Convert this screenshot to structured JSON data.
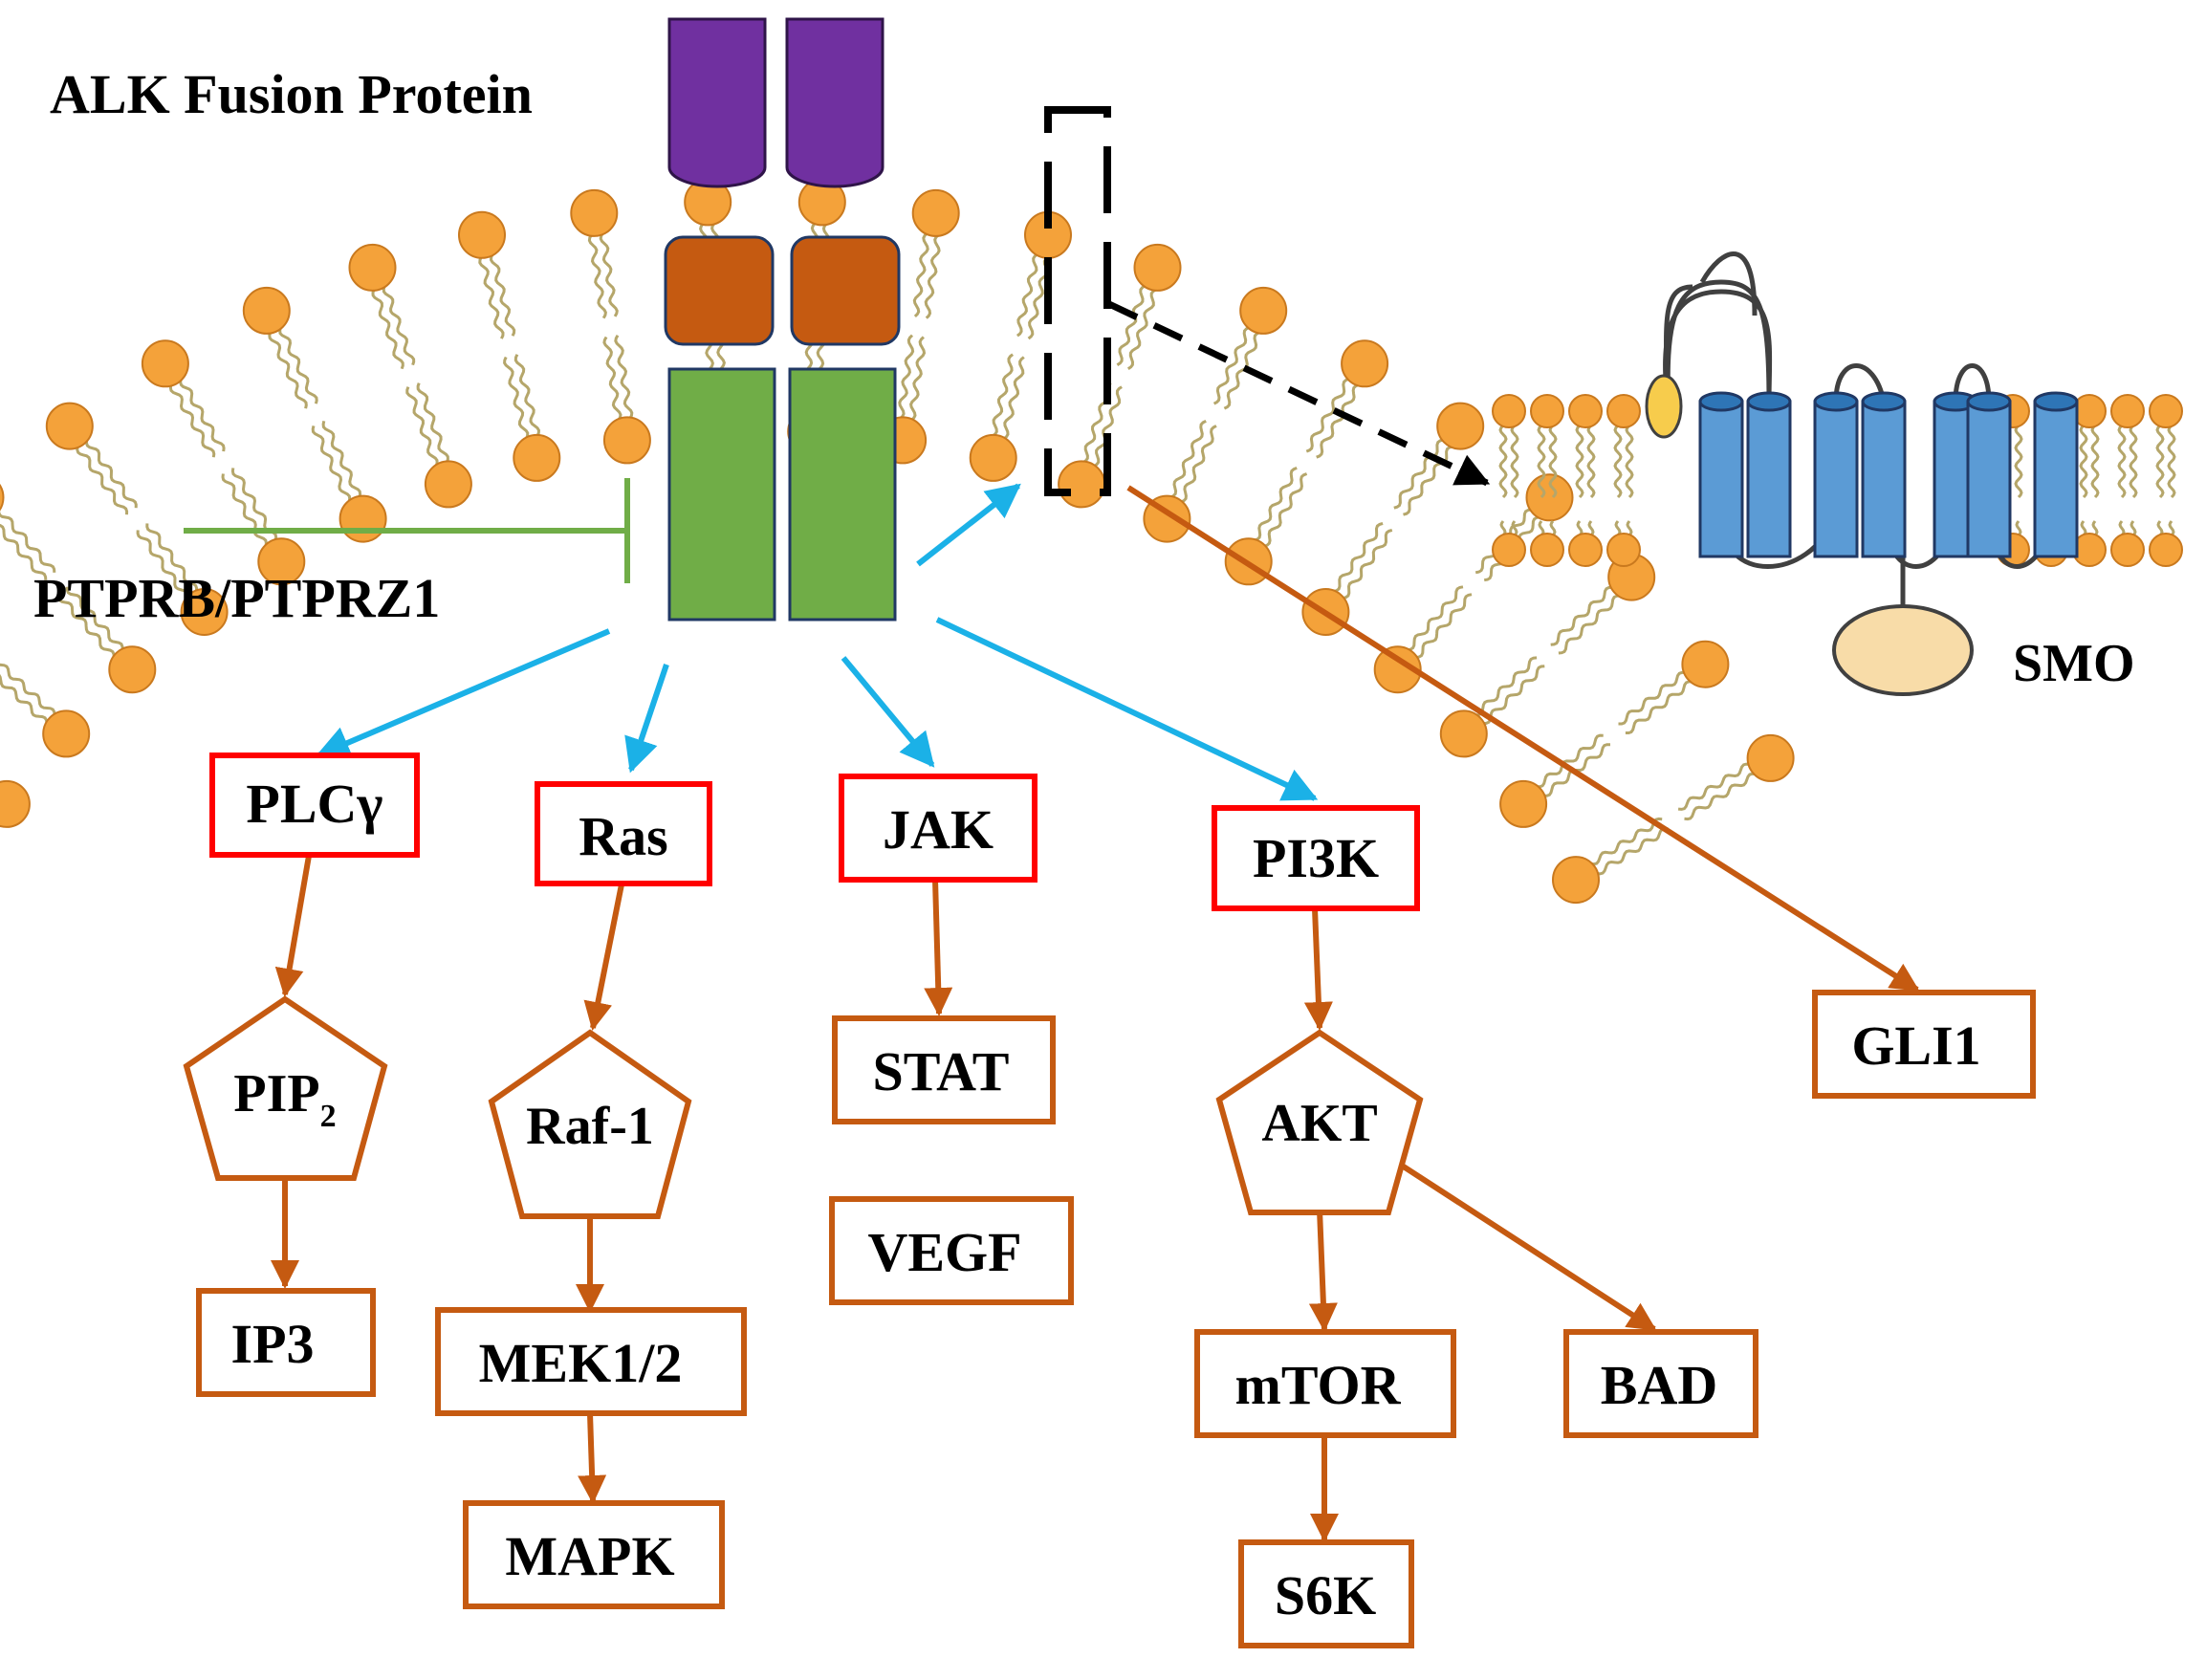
{
  "labels": {
    "fusion_protein": "ALK Fusion Protein",
    "phosphatase": "PTPRB/PTPRZ1",
    "smo": "SMO"
  },
  "nodes": {
    "plcg": "PLCγ",
    "ras": "Ras",
    "jak": "JAK",
    "pi3k": "PI3K",
    "pip2_main": "PIP",
    "pip2_sub": "2",
    "raf1": "Raf-1",
    "stat": "STAT",
    "vegf": "VEGF",
    "akt": "AKT",
    "ip3": "IP3",
    "mek": "MEK1/2",
    "mapk": "MAPK",
    "mtor": "mTOR",
    "bad": "BAD",
    "s6k": "S6K",
    "gli1": "GLI1"
  },
  "colors": {
    "activation_arrow": "#1BB1E7",
    "cascade_arrow": "#C55A11",
    "inhibition": "#70AD47",
    "receptor_box": "#FF0000",
    "downstream_box": "#C55A11",
    "lipid_head": "#F4A23A",
    "lipid_tail": "#B5A66A",
    "extracellular_domain": "#7030A0",
    "transmembrane_domain": "#C55A11",
    "kinase_domain": "#70AD47",
    "smo_helix": "#5B9BD5",
    "smo_cap": "#F7CC4C",
    "smo_cterm": "#F8DCA8"
  }
}
